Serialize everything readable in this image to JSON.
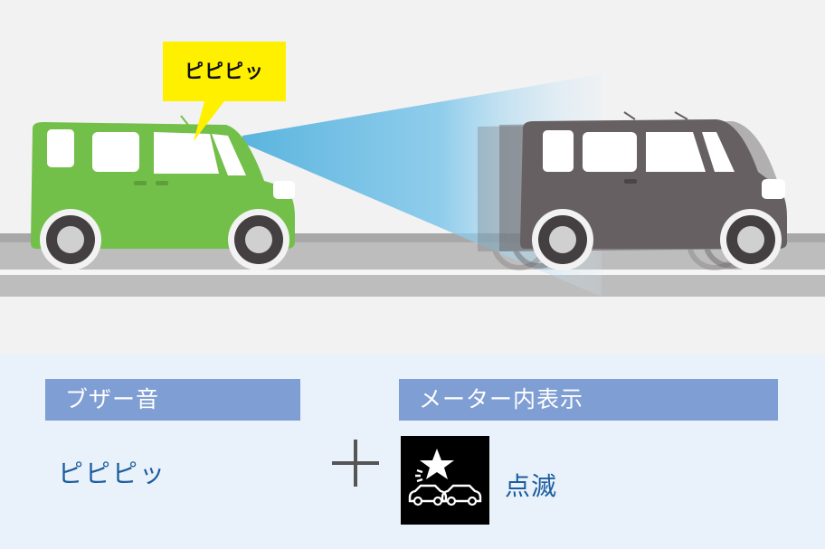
{
  "callout": {
    "text": "ピピピッ"
  },
  "buzzer": {
    "label": "ブザー音",
    "sound": "ピピピッ"
  },
  "meter": {
    "label": "メーター内表示",
    "action": "点滅"
  },
  "icons": {
    "warning": "forward-collision-warning-icon",
    "plus": "plus-icon"
  },
  "colors": {
    "own_car": "#72bf4a",
    "lead_car": "#666062",
    "sensor_beam": "#5ab4de",
    "callout": "#fff000",
    "label_bar": "#7f9ed3",
    "text_accent": "#1d5d9e"
  }
}
